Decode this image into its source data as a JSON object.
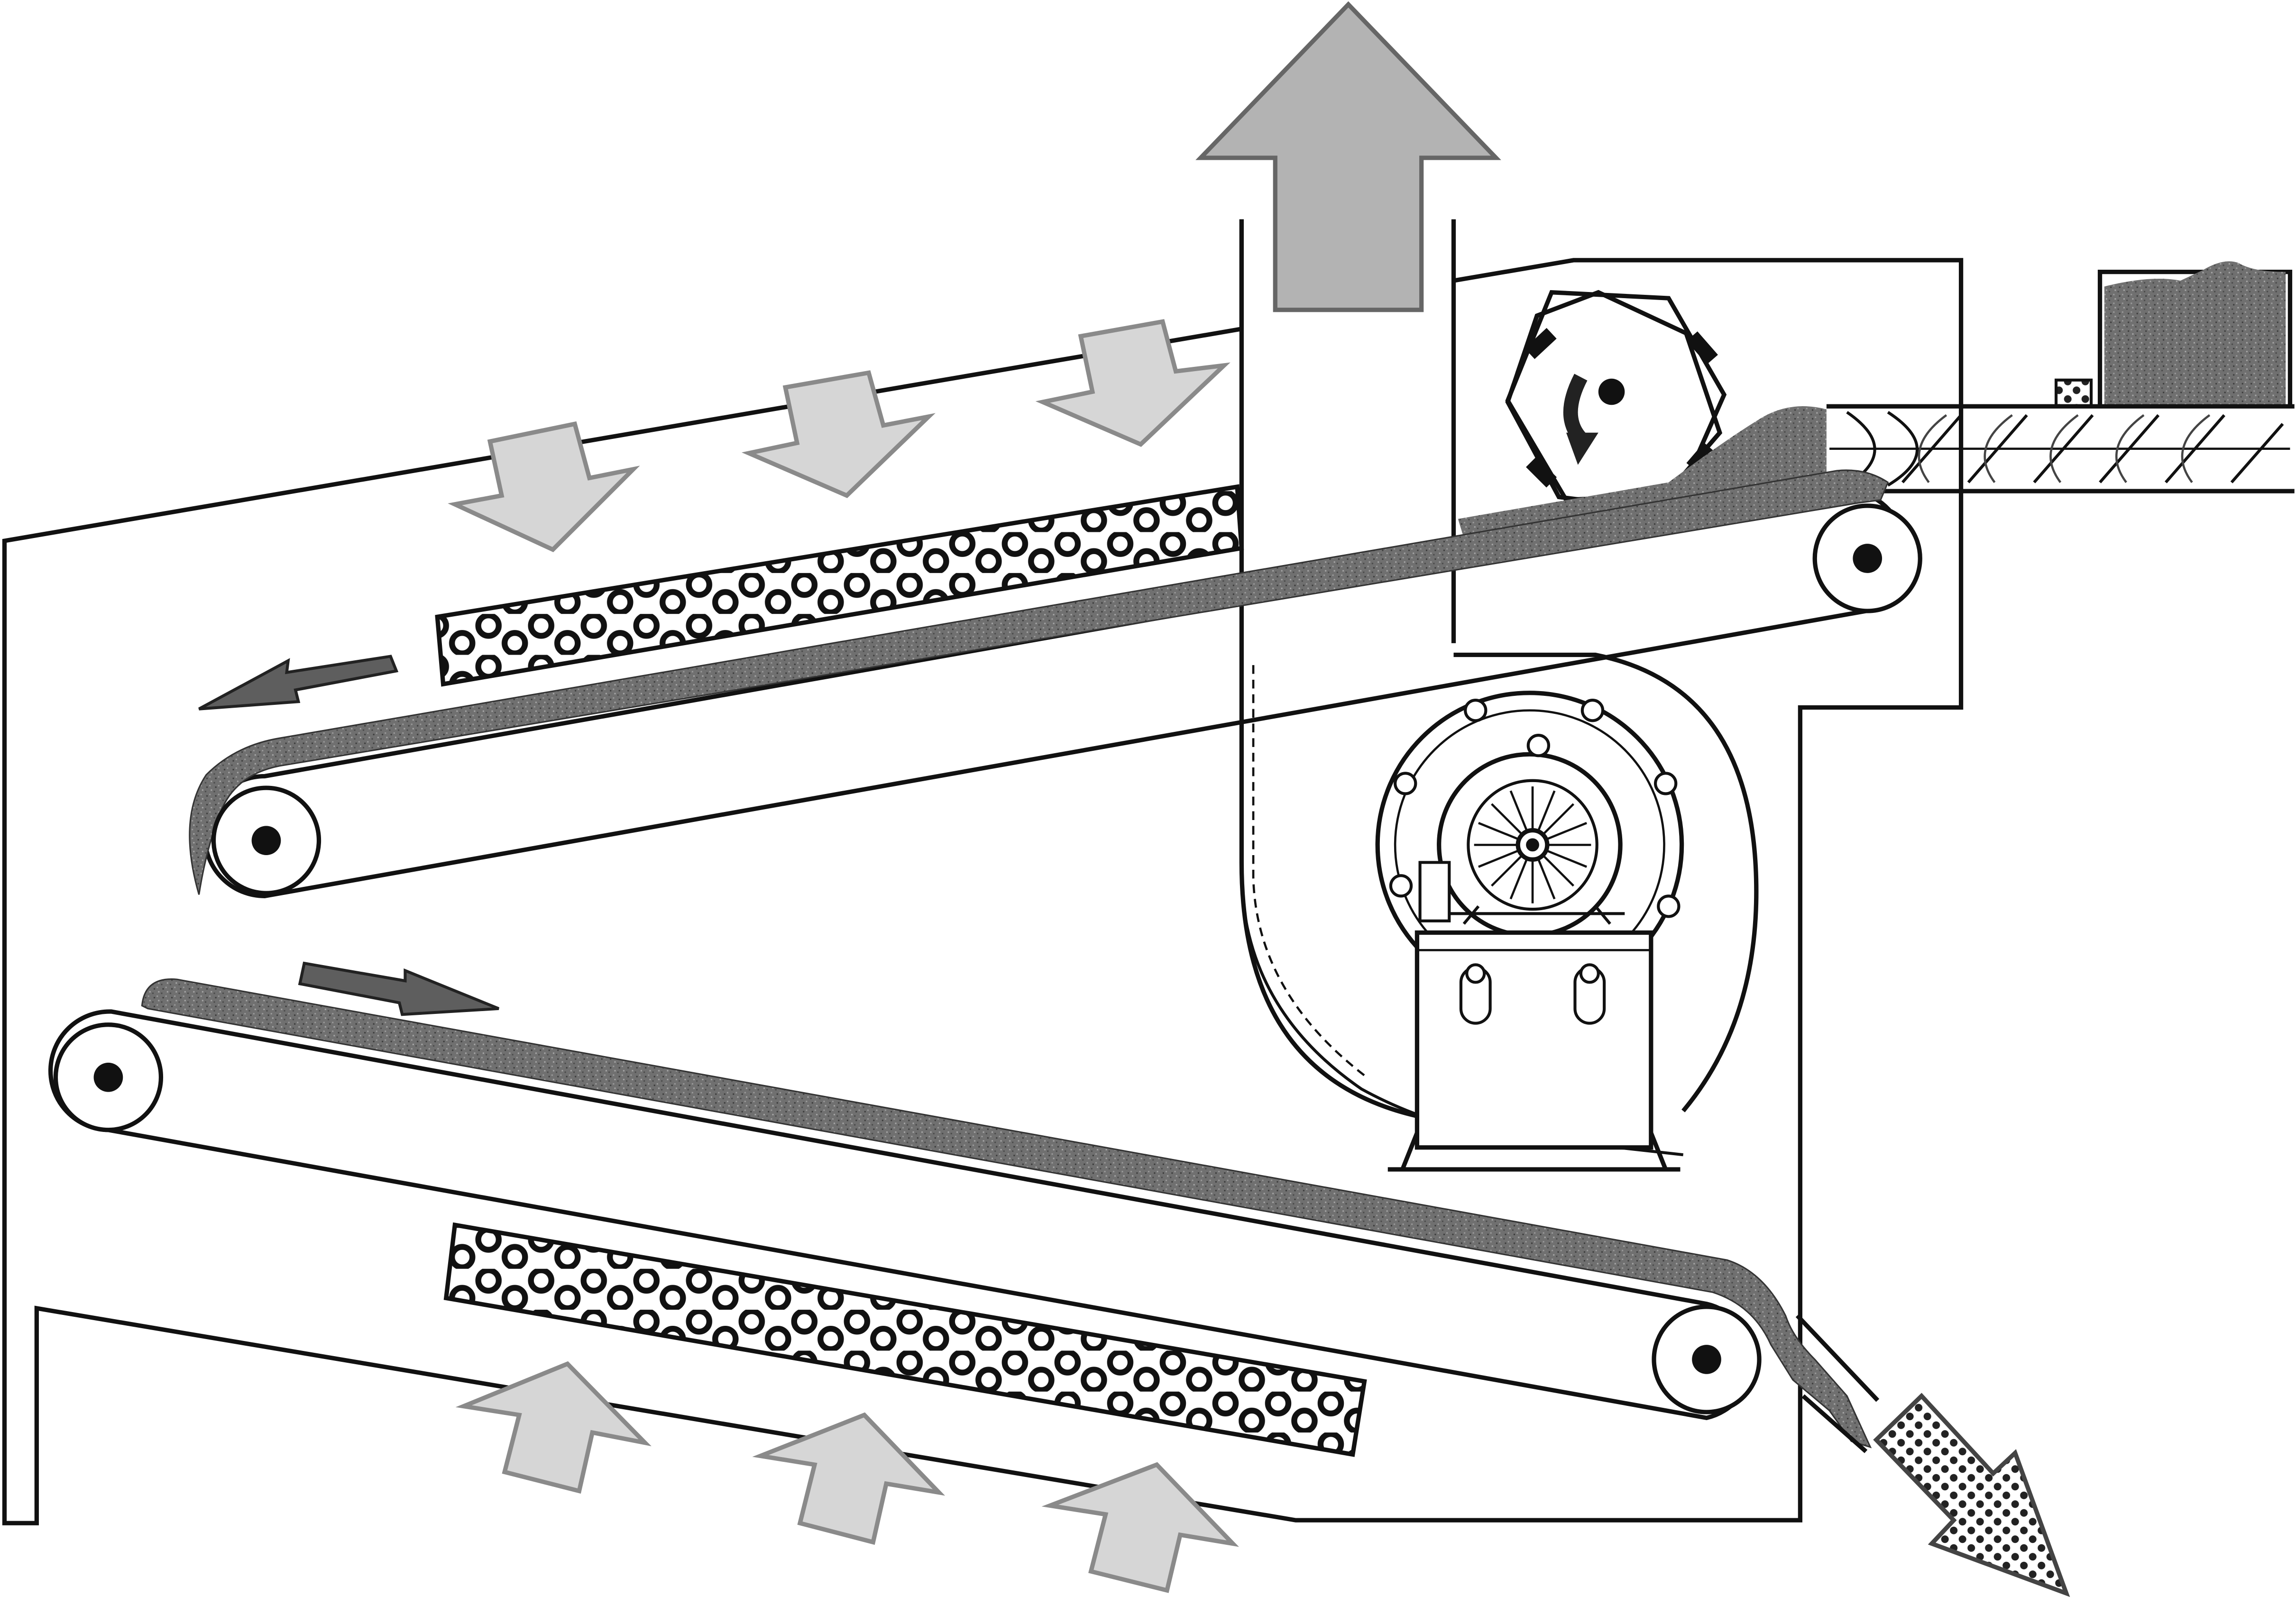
{
  "diagram": {
    "kind": "belt dryer schematic",
    "palette": {
      "background": "#ffffff",
      "line": "#111111",
      "exhaust_arrow": "#b3b3b3",
      "air_arrow": "#d6d6d6",
      "air_arrow_edge": "#8a8a8a",
      "product": "#6f6f6f",
      "flow_arrow": "#5e5e5e",
      "roller_hub": "#111111"
    },
    "components": [
      {
        "name": "dryer-housing",
        "label": ""
      },
      {
        "name": "exhaust-stack",
        "label": ""
      },
      {
        "name": "rotary-feeder",
        "label": ""
      },
      {
        "name": "screw-conveyor",
        "label": ""
      },
      {
        "name": "feed-hopper",
        "label": ""
      },
      {
        "name": "upper-belt",
        "label": ""
      },
      {
        "name": "lower-belt",
        "label": ""
      },
      {
        "name": "upper-heater-panel",
        "label": ""
      },
      {
        "name": "lower-heater-panel",
        "label": ""
      },
      {
        "name": "centrifugal-fan",
        "label": ""
      },
      {
        "name": "discharge-chute",
        "label": ""
      }
    ],
    "flows": {
      "exhaust_arrows": 1,
      "air_in_top_arrows": 3,
      "air_in_bottom_arrows": 3,
      "belt_direction_arrows": 2,
      "product_out_arrows": 1
    }
  }
}
